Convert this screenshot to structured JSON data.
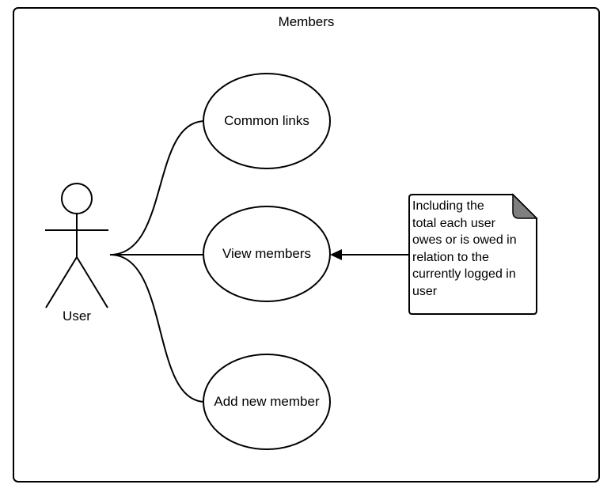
{
  "boundary": {
    "title": "Members"
  },
  "actor": {
    "label": "User"
  },
  "use_cases": [
    {
      "label": "Common links"
    },
    {
      "label": "View members"
    },
    {
      "label": "Add new member"
    }
  ],
  "note": {
    "text": " Including the\ntotal each user\nowes or is owed in\nrelation to the\ncurrently logged in\nuser"
  },
  "colors": {
    "stroke": "#000000",
    "fill": "#ffffff",
    "note_fold": "#7f7f7f"
  }
}
